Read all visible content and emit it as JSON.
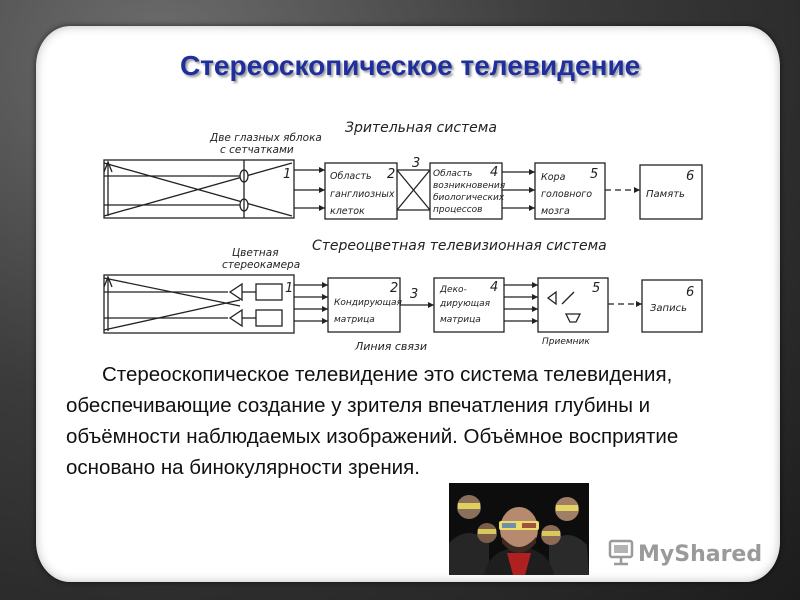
{
  "slide": {
    "title": "Стереоскопическое телевидение",
    "body": "Стереоскопическое телевидение это система телевидения, обеспечивающие создание у зрителя впечатления глубины и объёмности наблюдаемых изображений. Объёмное восприятие основано на бинокулярности зрения."
  },
  "diagram": {
    "visual": {
      "system_label": "Зрительная система",
      "eyes_label_line1": "Две глазных яблока",
      "eyes_label_line2": "с сетчатками",
      "blocks": [
        {
          "num": "1",
          "lines": []
        },
        {
          "num": "2",
          "lines": [
            "Область",
            "ганглиозных",
            "клеток"
          ]
        },
        {
          "num": "3",
          "lines": []
        },
        {
          "num": "4",
          "lines": [
            "Область",
            "возникновения",
            "биологических",
            "процессов"
          ]
        },
        {
          "num": "5",
          "lines": [
            "Кора",
            "головного",
            "мозга"
          ]
        },
        {
          "num": "6",
          "lines": [
            "Память"
          ]
        }
      ]
    },
    "tv": {
      "system_label": "Стереоцветная телевизионная система",
      "camera_label_line1": "Цветная",
      "camera_label_line2": "стереокамера",
      "link_label": "Линия связи",
      "receiver_label": "Приемник",
      "blocks": [
        {
          "num": "1",
          "lines": []
        },
        {
          "num": "2",
          "lines": [
            "Кондирующая",
            "матрица"
          ]
        },
        {
          "num": "3",
          "lines": []
        },
        {
          "num": "4",
          "lines": [
            "Деко-",
            "дирующая",
            "матрица"
          ]
        },
        {
          "num": "5",
          "lines": []
        },
        {
          "num": "6",
          "lines": [
            "Запись"
          ]
        }
      ]
    }
  },
  "watermark": {
    "text": "MyShared"
  },
  "colors": {
    "title": "#1f2f9e",
    "watermark": "#9a9a9a"
  }
}
